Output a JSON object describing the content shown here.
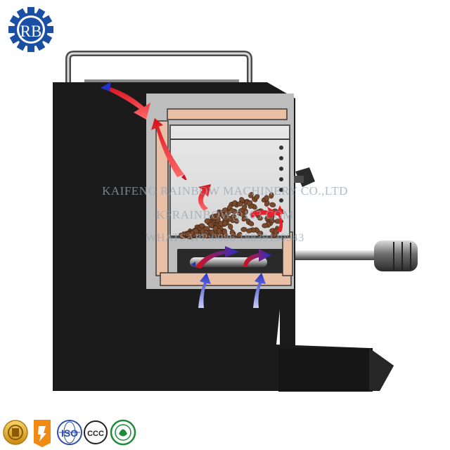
{
  "logo": {
    "text": "RB",
    "color": "#1a4fa3"
  },
  "watermark": {
    "line1": "KAIFENG RAINBOW MACHINERY CO.,LTD",
    "line2": "KFRAINBOW@163.COM",
    "line3": "WHATSAPP:0086 18839130943"
  },
  "certifications": [
    {
      "icon": "gold-medal-icon"
    },
    {
      "icon": "orange-badge-icon"
    },
    {
      "icon": "iso-icon",
      "label": "ISO"
    },
    {
      "icon": "ccc-icon",
      "label": "CCC"
    },
    {
      "icon": "green-seal-icon"
    }
  ],
  "colors": {
    "body": "#1b1b1b",
    "insulation": "#e9bfa6",
    "hot_air": "#e8202a",
    "cool_air": "#2f3dd6",
    "beans": "#7a4a2e"
  }
}
